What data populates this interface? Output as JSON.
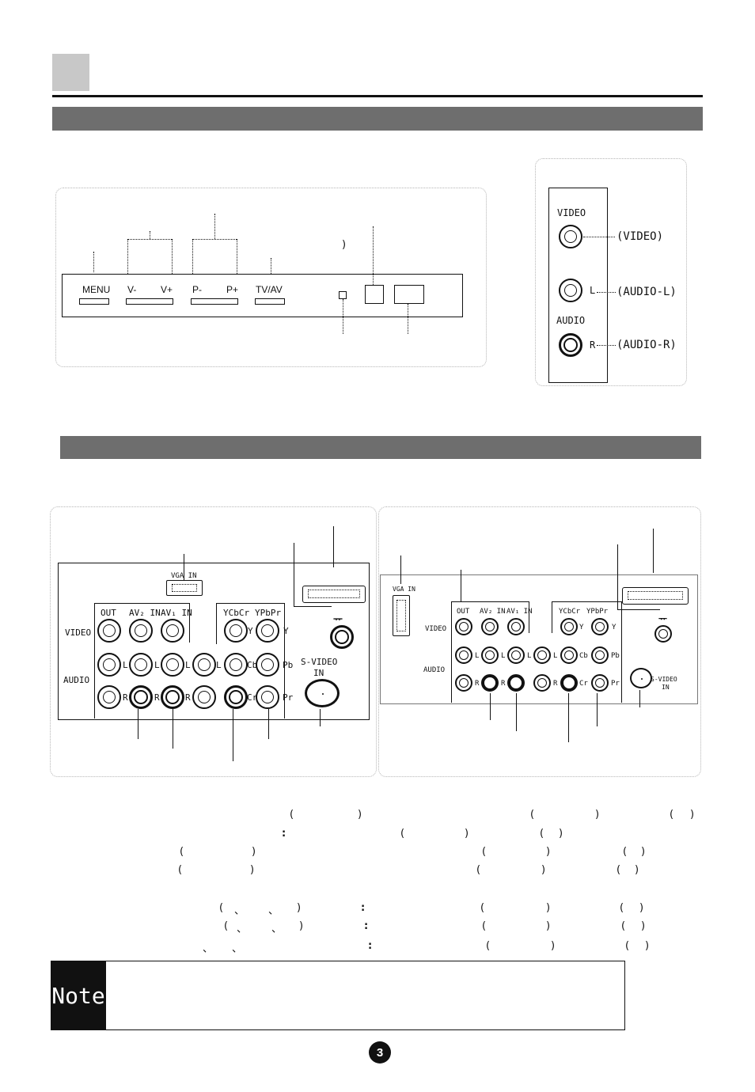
{
  "front_panel": {
    "buttons": [
      "MENU",
      "V-",
      "V+",
      "P-",
      "P+",
      "TV/AV"
    ],
    "right_paren": ")"
  },
  "side_panel": {
    "video_label": "VIDEO",
    "audio_label": "AUDIO",
    "l_label": "L",
    "r_label": "R",
    "callout_video": "(VIDEO)",
    "callout_audio_l": "(AUDIO-L)",
    "callout_audio_r": "(AUDIO-R)"
  },
  "rear_left": {
    "vga_in": "VGA IN",
    "out": "OUT",
    "av2_in": "AV₂ IN",
    "av1_in": "AV₁ IN",
    "ycbcr": "YCbCr",
    "ypbpr": "YPbPr",
    "video": "VIDEO",
    "audio": "AUDIO",
    "l": "L",
    "r": "R",
    "y": "Y",
    "cb": "Cb",
    "cr": "Cr",
    "pb": "Pb",
    "pr": "Pr",
    "s_video": "S-VIDEO",
    "in": "IN"
  },
  "rear_right": {
    "vga_in": "VGA IN",
    "out": "OUT",
    "av2_in": "AV₂ IN",
    "av1_in": "AV₁ IN",
    "ycbcr": "YCbCr",
    "ypbpr": "YPbPr",
    "video": "VIDEO",
    "audio": "AUDIO",
    "l": "L",
    "r": "R",
    "y": "Y",
    "cb": "Cb",
    "cr": "Cr",
    "pb": "Pb",
    "pr": "Pr",
    "s_video": "S-VIDEO",
    "in": "IN"
  },
  "text_marks": {
    "open": "(",
    "close": ")",
    "colon": ":",
    "comma": "、"
  },
  "note": {
    "tag": "Note"
  },
  "page": {
    "number": "3"
  }
}
